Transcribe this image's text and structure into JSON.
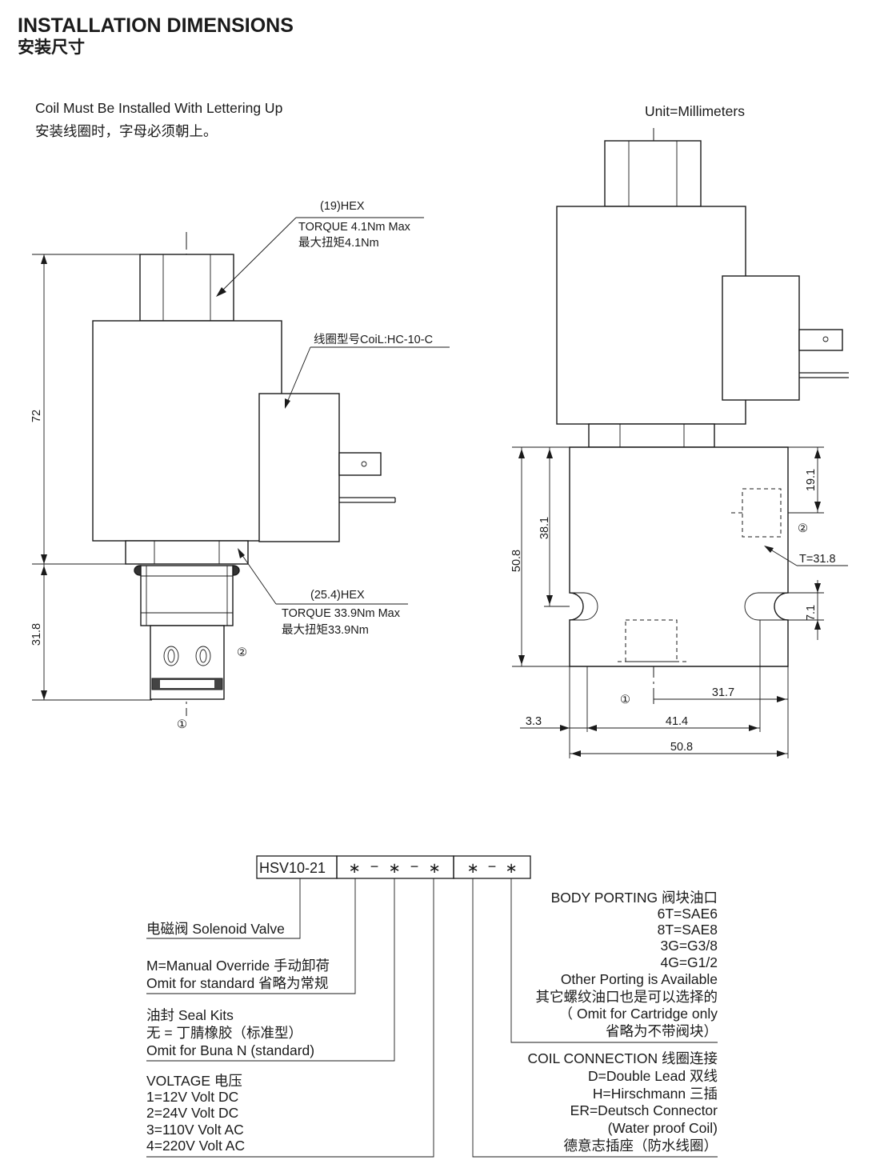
{
  "header": {
    "title": "INSTALLATION DIMENSIONS",
    "subtitle": "安装尺寸"
  },
  "notes": {
    "coil_en": "Coil Must Be Installed With Lettering Up",
    "coil_cn": "安装线圈时，字母必须朝上。",
    "unit": "Unit=Millimeters"
  },
  "left_view": {
    "hex_top": "(19)HEX",
    "torque_top": "TORQUE 4.1Nm Max",
    "torque_top_cn": "最大扭矩4.1Nm",
    "coil_model": "线圈型号CoiL:HC-10-C",
    "hex_bottom": "(25.4)HEX",
    "torque_bottom": "TORQUE 33.9Nm Max",
    "torque_bottom_cn": "最大扭矩33.9Nm",
    "dim_height_top": "72",
    "dim_height_bottom": "31.8",
    "port1": "①",
    "port2": "②"
  },
  "right_view": {
    "dim_191": "19.1",
    "dim_381": "38.1",
    "dim_508v": "50.8",
    "dim_71": "7.1",
    "dim_T": "T=31.8",
    "dim_317": "31.7",
    "dim_33": "3.3",
    "dim_414": "41.4",
    "dim_508h": "50.8",
    "port1": "①",
    "port2": "②"
  },
  "ordering": {
    "model": "HSV10-21",
    "seg1": "∗",
    "dash1": "−",
    "seg2": "∗",
    "dash2": "−",
    "seg3": "∗",
    "seg4": "∗",
    "dash3": "−",
    "seg5": "∗",
    "solenoid": "电磁阀 Solenoid Valve",
    "override_1": "M=Manual Override 手动卸荷",
    "override_2": "Omit for standard 省略为常规",
    "seal_1": "油封 Seal Kits",
    "seal_2": "无 = 丁腈橡胶（标准型）",
    "seal_3": "Omit for Buna N (standard)",
    "voltage_title": "VOLTAGE 电压",
    "voltage_1": "1=12V Volt DC",
    "voltage_2": "2=24V Volt DC",
    "voltage_3": "3=110V Volt AC",
    "voltage_4": "4=220V Volt AC",
    "porting_title": "BODY PORTING 阀块油口",
    "porting_1": "6T=SAE6",
    "porting_2": "8T=SAE8",
    "porting_3": "3G=G3/8",
    "porting_4": "4G=G1/2",
    "porting_5": "Other Porting is Available",
    "porting_6": "其它螺纹油口也是可以选择的",
    "porting_7": "（ Omit for Cartridge only",
    "porting_8": "省略为不带阀块）",
    "coil_title": "COIL CONNECTION 线圈连接",
    "coil_1": "D=Double Lead 双线",
    "coil_2": "H=Hirschmann 三插",
    "coil_3": "ER=Deutsch Connector",
    "coil_4": "(Water proof Coil)",
    "coil_5": "德意志插座（防水线圈）"
  }
}
